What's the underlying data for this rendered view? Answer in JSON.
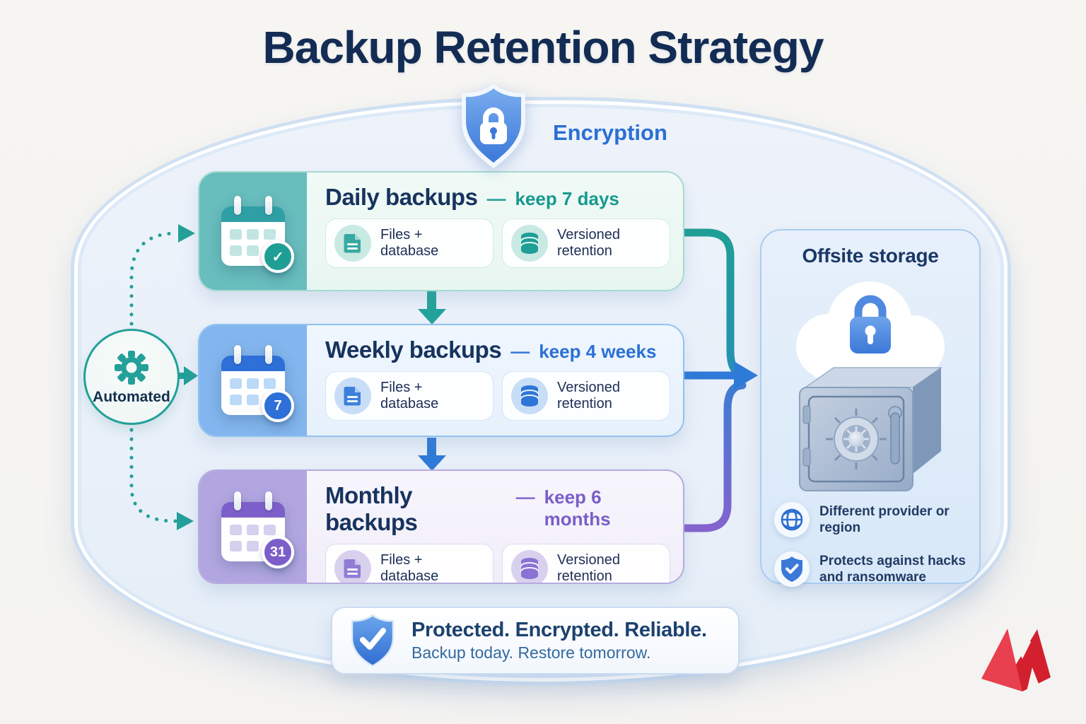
{
  "title": "Backup Retention Strategy",
  "encryption": {
    "label": "Encryption",
    "icon": "shield-lock-icon"
  },
  "automated": {
    "label": "Automated",
    "icon": "gear-icon"
  },
  "cards": [
    {
      "title": "Daily backups",
      "sep": "—",
      "keep": "keep 7 days",
      "badge": "✓",
      "features": [
        "Files + database",
        "Versioned retention"
      ],
      "accent": "#1f9e96"
    },
    {
      "title": "Weekly backups",
      "sep": "—",
      "keep": "keep 4 weeks",
      "badge": "7",
      "features": [
        "Files + database",
        "Versioned retention"
      ],
      "accent": "#2e70d6"
    },
    {
      "title": "Monthly backups",
      "sep": "—",
      "keep": "keep 6 months",
      "badge": "31",
      "features": [
        "Files + database",
        "Versioned retention"
      ],
      "accent": "#7b5ec9"
    }
  ],
  "offsite": {
    "title": "Offsite storage",
    "bullets": [
      "Different provider or region",
      "Protects against hacks and ransomware"
    ],
    "icons": [
      "globe-icon",
      "shield-check-icon"
    ]
  },
  "banner": {
    "title": "Protected. Encrypted. Reliable.",
    "subtitle": "Backup today. Restore tomorrow.",
    "icon": "shield-check-icon"
  },
  "colors": {
    "navy": "#16325c",
    "teal": "#1f9e96",
    "blue": "#2e70d6",
    "purple": "#7b5ec9",
    "encryption_blue": "#2b6fd4",
    "logo_red_light": "#e8404e",
    "logo_red_dark": "#d2202e"
  }
}
